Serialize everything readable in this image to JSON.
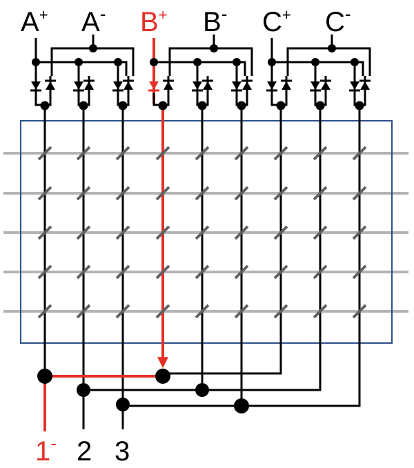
{
  "colors": {
    "wire": "#000000",
    "active": "#e53028",
    "grid": "#b4b4b4",
    "diode_mark": "#606060",
    "frame": "#2b4f8a"
  },
  "inputs": [
    {
      "letter": "A",
      "sign": "+",
      "active": false
    },
    {
      "letter": "A",
      "sign": "-",
      "active": false
    },
    {
      "letter": "B",
      "sign": "+",
      "active": true
    },
    {
      "letter": "B",
      "sign": "-",
      "active": false
    },
    {
      "letter": "C",
      "sign": "+",
      "active": false
    },
    {
      "letter": "C",
      "sign": "-",
      "active": false
    }
  ],
  "outputs": [
    {
      "num": "1",
      "sign": "-",
      "active": true
    },
    {
      "num": "2",
      "sign": "",
      "active": false
    },
    {
      "num": "3",
      "sign": "",
      "active": false
    }
  ],
  "matrix": {
    "rows": 5,
    "cols": 9
  }
}
